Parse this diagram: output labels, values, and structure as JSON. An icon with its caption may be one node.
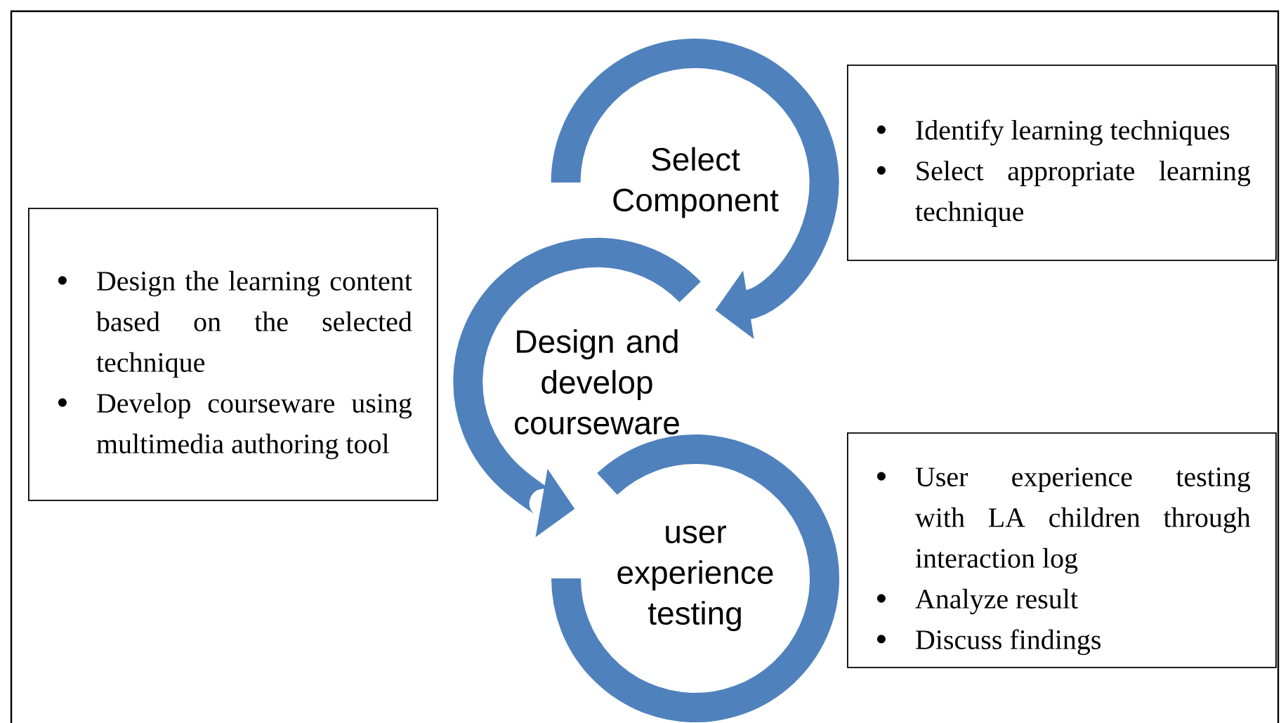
{
  "diagram": {
    "nodes": [
      {
        "text": [
          "Select Component"
        ]
      },
      {
        "text": [
          "Design and develop courseware"
        ]
      },
      {
        "text": [
          "user experience testing"
        ]
      },
      {
        "text": [
          "Identify learning techniques",
          "Select appropriate learning technique"
        ]
      },
      {
        "text": [
          "Design the learning content based on the selected technique",
          "Develop courseware using multimedia authoring tool"
        ]
      },
      {
        "text": [
          "User experience testing with LA children through interaction log",
          "Analyze result",
          "Discuss findings"
        ]
      }
    ],
    "edges": [
      {
        "from": 0,
        "to": 1,
        "arrow": "to"
      },
      {
        "from": 1,
        "to": 2,
        "arrow": "to"
      }
    ]
  }
}
